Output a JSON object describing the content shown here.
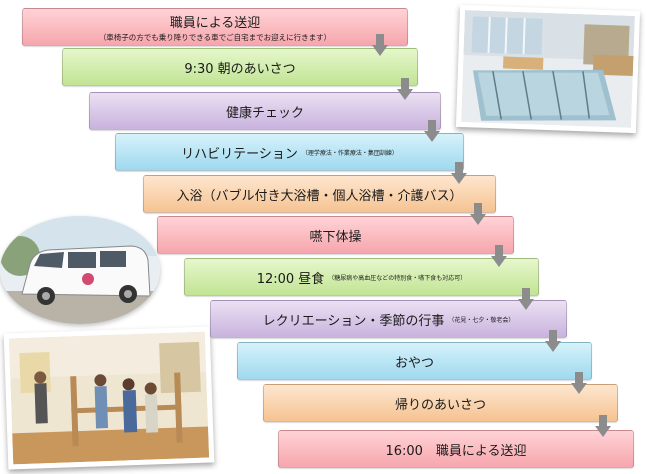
{
  "schedule": {
    "items": [
      {
        "label": "職員による送迎",
        "sub": "（車椅子の方でも乗り降りできる車でご自宅までお迎えに行きます）"
      },
      {
        "label": "9:30 朝のあいさつ",
        "sub": ""
      },
      {
        "label": "健康チェック",
        "sub": ""
      },
      {
        "label": "リハビリテーション",
        "sub": "（理学療法・作業療法・集団訓練）"
      },
      {
        "label": "入浴（バブル付き大浴槽・個人浴槽・介護バス）",
        "sub": ""
      },
      {
        "label": "嚥下体操",
        "sub": ""
      },
      {
        "label": "12:00 昼食",
        "sub": "（糖尿病や高血圧などの特別食・嚥下食も対応可）"
      },
      {
        "label": "レクリエーション・季節の行事",
        "sub": "（花見・七夕・敬老会）"
      },
      {
        "label": "おやつ",
        "sub": ""
      },
      {
        "label": "帰りのあいさつ",
        "sub": ""
      },
      {
        "label": "16:00　職員による送迎",
        "sub": ""
      }
    ]
  },
  "colors": {
    "pink": "#f6a6ad",
    "green": "#c2e494",
    "purple": "#c9b3de",
    "blue": "#9fd9ee",
    "orange": "#f6c392",
    "arrow": "#8c8c8c"
  }
}
